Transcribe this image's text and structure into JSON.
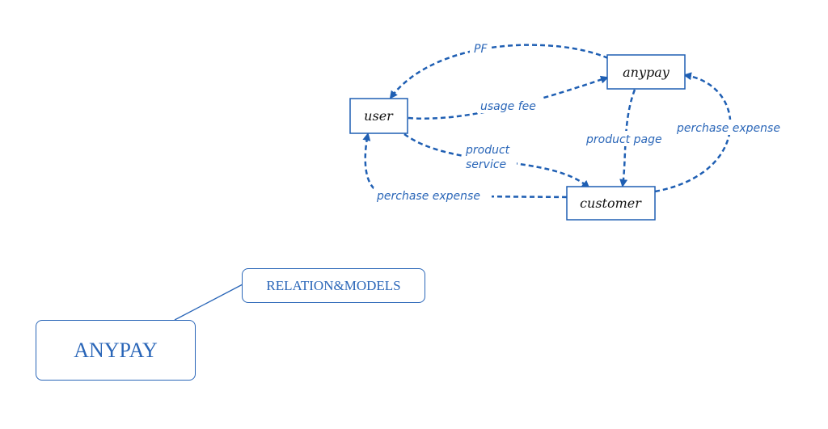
{
  "diagram": {
    "nodes": {
      "user": "user",
      "anypay": "anypay",
      "customer": "customer"
    },
    "edges": {
      "pf": "PF",
      "usage_fee": "usage fee",
      "product_service_line1": "product",
      "product_service_line2": "service",
      "product_page": "product page",
      "purchase_expense_right": "perchase expense",
      "purchase_expense_left": "perchase expense"
    },
    "colors": {
      "accent": "#2a66b8",
      "arrow": "#1f5fb3",
      "node_text": "#111111"
    }
  },
  "mindmap": {
    "root": "ANYPAY",
    "child": "RELATION&MODELS"
  }
}
